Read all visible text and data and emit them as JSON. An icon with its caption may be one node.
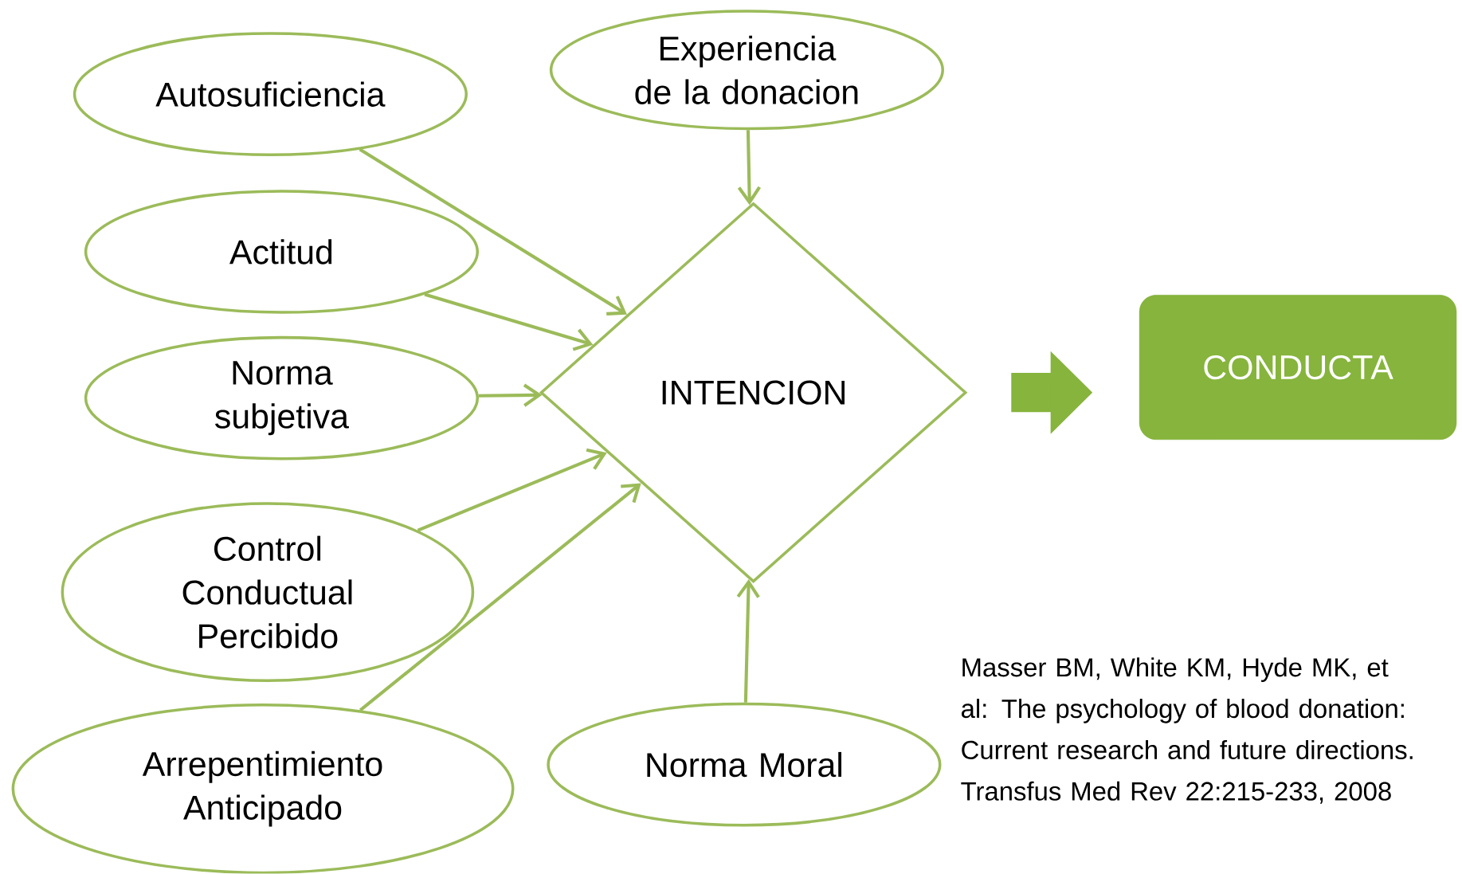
{
  "diagram": {
    "nodes": [
      {
        "text": [
          "Autosuficiencia"
        ]
      },
      {
        "text": [
          "Experiencia de la donacion"
        ]
      },
      {
        "text": [
          "Actitud"
        ]
      },
      {
        "text": [
          "Norma subjetiva"
        ]
      },
      {
        "text": [
          "INTENCION"
        ]
      },
      {
        "text": [
          "CONDUCTA"
        ]
      },
      {
        "text": [
          "Control Conductual Percibido"
        ]
      },
      {
        "text": [
          "Arrepentimiento Anticipado"
        ]
      },
      {
        "text": [
          "Norma Moral"
        ]
      }
    ],
    "edges": [
      {
        "from": 0,
        "to": 4,
        "arrow": "to"
      },
      {
        "from": 1,
        "to": 4,
        "arrow": "to"
      },
      {
        "from": 2,
        "to": 4,
        "arrow": "to"
      },
      {
        "from": 3,
        "to": 4,
        "arrow": "to"
      },
      {
        "from": 6,
        "to": 4,
        "arrow": "to"
      },
      {
        "from": 7,
        "to": 4,
        "arrow": "to"
      },
      {
        "from": 8,
        "to": 4,
        "arrow": "to"
      },
      {
        "from": 4,
        "to": 5,
        "arrow": "to",
        "style": "thick"
      }
    ],
    "labels": [
      "Masser BM, White KM, Hyde MK, et al: The psychology of blood donation: Current research and future directions. Transfus Med Rev 22:215-233, 2008"
    ]
  }
}
